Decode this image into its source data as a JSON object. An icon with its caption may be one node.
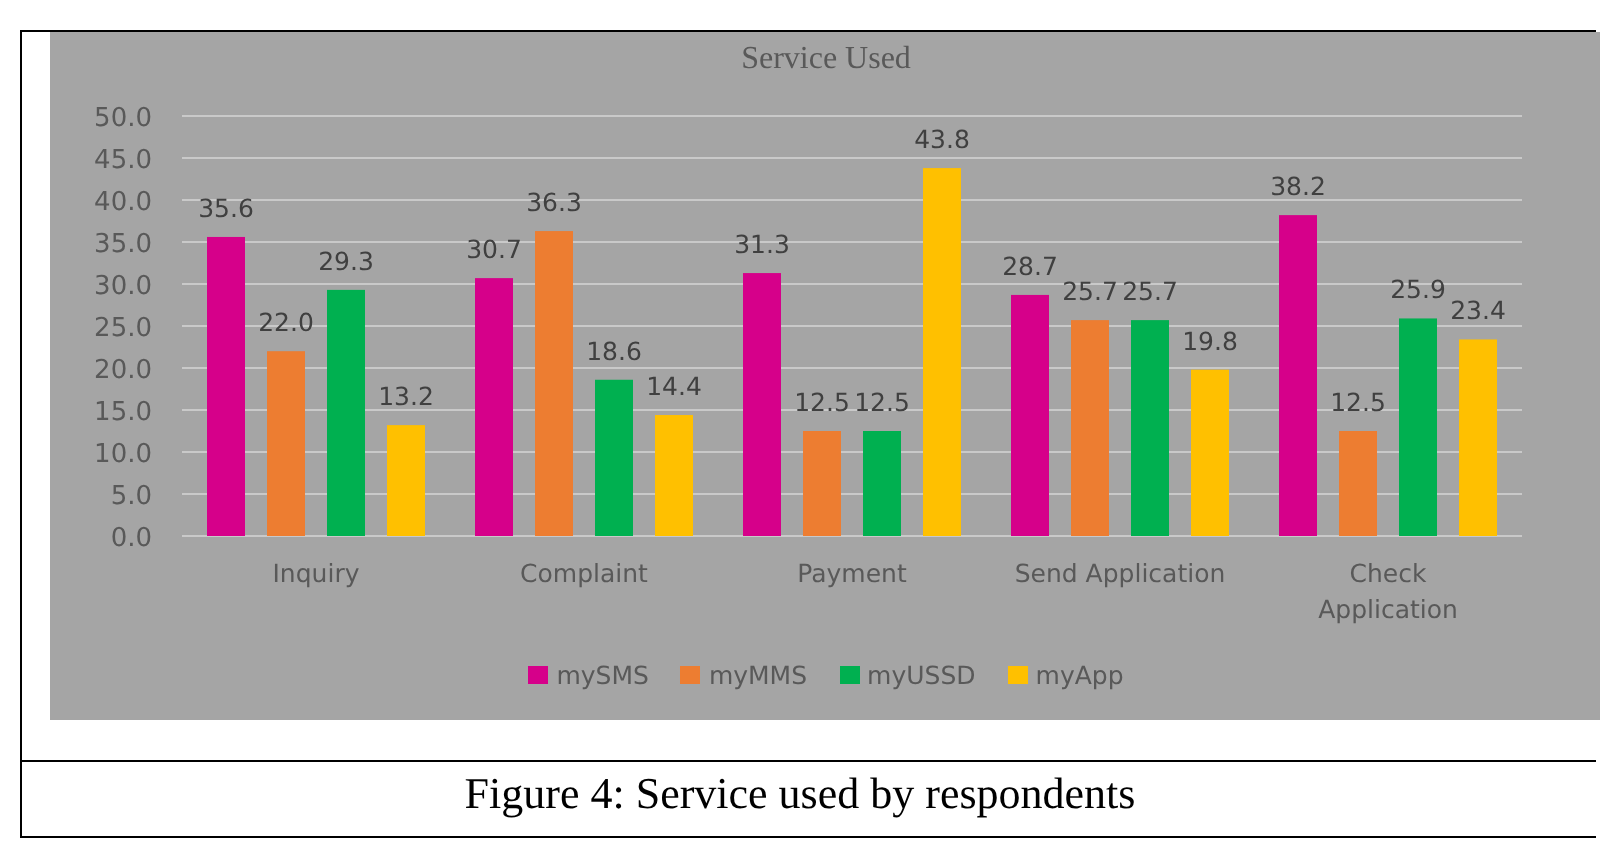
{
  "diagram": {
    "caption": "Figure 4: Service used by respondents",
    "chart_data": {
      "type": "bar",
      "title": "Service Used",
      "categories": [
        "Inquiry",
        "Complaint",
        "Payment",
        "Send Application",
        "Check Application"
      ],
      "series": [
        {
          "name": "mySMS",
          "color": "#d6008a",
          "values": [
            35.6,
            30.7,
            31.3,
            28.7,
            38.2
          ]
        },
        {
          "name": "myMMS",
          "color": "#ed7d31",
          "values": [
            22.0,
            36.3,
            12.5,
            25.7,
            12.5
          ]
        },
        {
          "name": "myUSSD",
          "color": "#00b050",
          "values": [
            29.3,
            18.6,
            12.5,
            25.7,
            25.9
          ]
        },
        {
          "name": "myApp",
          "color": "#ffc000",
          "values": [
            13.2,
            14.4,
            43.8,
            19.8,
            23.4
          ]
        }
      ],
      "value_labels": [
        [
          "35.6",
          "30.7",
          "31.3",
          "28.7",
          "38.2"
        ],
        [
          "22.0",
          "36.3",
          "12.5",
          "25.7",
          "12.5"
        ],
        [
          "29.3",
          "18.6",
          "12.5",
          "25.7",
          "25.9"
        ],
        [
          "13.2",
          "14.4",
          "43.8",
          "19.8",
          "23.4"
        ]
      ],
      "ylim": [
        0,
        50
      ],
      "yticks": [
        {
          "value": 0,
          "label": "0.0"
        },
        {
          "value": 5,
          "label": "5.0"
        },
        {
          "value": 10,
          "label": "10.0"
        },
        {
          "value": 15,
          "label": "15.0"
        },
        {
          "value": 20,
          "label": "20.0"
        },
        {
          "value": 25,
          "label": "25.0"
        },
        {
          "value": 30,
          "label": "30.0"
        },
        {
          "value": 35,
          "label": "35.0"
        },
        {
          "value": 40,
          "label": "40.0"
        },
        {
          "value": 45,
          "label": "45.0"
        },
        {
          "value": 50,
          "label": "50.0"
        }
      ],
      "grid": true,
      "legend": "bottom"
    }
  }
}
